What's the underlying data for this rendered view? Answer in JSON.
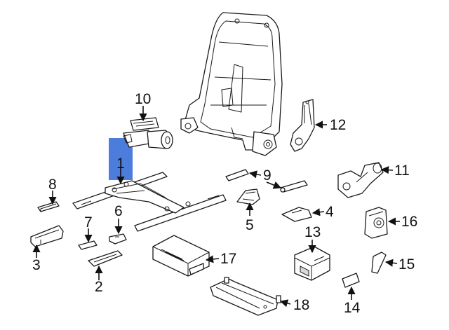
{
  "diagram": {
    "highlight_color": "#3a6fd8",
    "highlighted_callout": "1",
    "callouts": [
      "1",
      "2",
      "3",
      "4",
      "5",
      "6",
      "7",
      "8",
      "9",
      "10",
      "11",
      "12",
      "13",
      "14",
      "15",
      "16",
      "17",
      "18"
    ]
  }
}
